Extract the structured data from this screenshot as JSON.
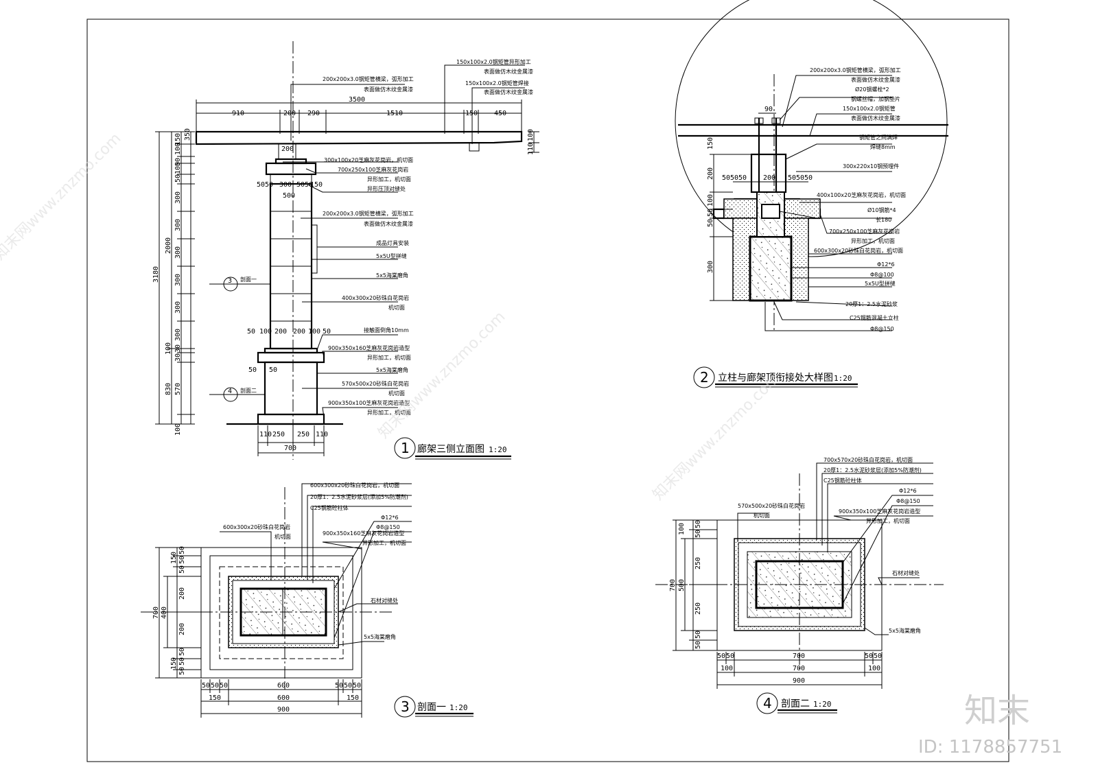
{
  "drawings": {
    "d1": {
      "number": "1",
      "title": "廊架三侧立面图",
      "scale": "1:20"
    },
    "d2": {
      "number": "2",
      "title": "立柱与廊架顶衔接处大样图",
      "scale": "1:20"
    },
    "d3": {
      "number": "3",
      "title": "剖面一",
      "scale": "1:20"
    },
    "d4": {
      "number": "4",
      "title": "剖面二",
      "scale": "1:20"
    }
  },
  "elevation": {
    "top_dims": [
      "910",
      "200",
      "290",
      "1510",
      "150",
      "450"
    ],
    "overall_top": "3500",
    "left_dims": [
      "350",
      "150",
      "100",
      "50",
      "100",
      "50",
      "300",
      "300",
      "300",
      "300",
      "300",
      "300",
      "100",
      "30",
      "30",
      "570",
      "100"
    ],
    "left_totals": [
      "3180",
      "2000",
      "830"
    ],
    "right_dims": [
      "100",
      "110"
    ],
    "inner_dims": [
      "200",
      "50",
      "50",
      "300",
      "50",
      "50",
      "150",
      "500",
      "50",
      "100",
      "200",
      "200",
      "100",
      "50",
      "50",
      "50"
    ],
    "bottom_dims": [
      "110",
      "250",
      "250",
      "110",
      "700"
    ],
    "section_marks": [
      {
        "n": "3",
        "label": "剖面一"
      },
      {
        "n": "4",
        "label": "剖面二"
      }
    ],
    "notes_top": [
      "150x100x2.0钢矩管异形加工",
      "表面做仿木纹金属漆",
      "150x100x2.0钢矩管焊接",
      "表面做仿木纹金属漆",
      "200x200x3.0钢矩管横梁，弧形加工",
      "表面做仿木纹金属漆"
    ],
    "notes": [
      "300x100x20芝麻灰花岗岩，机切面",
      "700x250x100芝麻灰花岗岩",
      "异形加工，机切面",
      "异形压顶对缝处",
      "200x200x3.0钢矩管横梁，弧形加工",
      "表面做仿木纹金属漆",
      "成品灯具安装",
      "5x5U型拼缝",
      "5x5海棠磨角",
      "400x300x20砂珠白花岗岩",
      "机切面",
      "接触面倒角10mm",
      "900x350x160芝麻灰花岗岩造型",
      "异形加工，机切面",
      "5x5海棠磨角",
      "570x500x20砂珠白花岗岩",
      "机切面",
      "900x350x100芝麻灰花岗岩造型",
      "异形加工，机切面"
    ]
  },
  "detail": {
    "top_dim": "90",
    "mid_dims": [
      "50",
      "50",
      "50",
      "200",
      "50",
      "50",
      "50"
    ],
    "left_dims": [
      "150",
      "200",
      "100",
      "50",
      "50",
      "300"
    ],
    "notes": [
      "200x200x3.0钢矩管横梁，弧形加工",
      "表面做仿木纹金属漆",
      "Ø20钢螺栓*2",
      "钢螺丝帽，加钢垫片",
      "150x100x2.0钢矩管",
      "表面做仿木纹金属漆",
      "钢矩管之间满焊",
      "焊缝8mm",
      "300x220x10钢预埋件",
      "400x100x20芝麻灰花岗岩，机切面",
      "Ø10钢筋*4",
      "长180",
      "700x250x100芝麻灰花岗岩",
      "异形加工，机切面",
      "600x300x20砂珠白花岗岩，机切面",
      "Φ12*6",
      "Φ8@100",
      "5x5U型拼缝",
      "20厚1：2.5水泥砂浆",
      "C25钢筋混凝土立柱",
      "Φ8@150"
    ]
  },
  "section1": {
    "notes": [
      "600x300x20砂珠白花岗岩，机切面",
      "20厚1：2.5水泥砂浆层(添加5%防潮剂)",
      "C25钢筋砼柱体",
      "Φ12*6",
      "Φ8@150",
      "900x350x160芝麻灰花岗岩造型",
      "异形加工，机切面",
      "600x300x20砂珠白花岗岩",
      "机切面",
      "石材对缝处",
      "5x5海棠磨角"
    ],
    "left_dims": [
      "150",
      "50",
      "50",
      "50",
      "200",
      "200",
      "150",
      "50",
      "50",
      "50"
    ],
    "left_totals": [
      "700",
      "400"
    ],
    "bottom_row1": [
      "50",
      "50",
      "50",
      "600",
      "50",
      "50",
      "50"
    ],
    "bottom_row2": [
      "150",
      "600",
      "150"
    ],
    "bottom_total": "900"
  },
  "section2": {
    "notes": [
      "700x570x20砂珠白花岗岩，机切面",
      "20厚1：2.5水泥砂浆层(添加5%防潮剂)",
      "C25钢筋砼柱体",
      "Φ12*6",
      "Φ8@150",
      "900x350x100芝麻灰花岗岩造型",
      "异形加工，机切面",
      "570x500x20砂珠白花岗岩",
      "机切面",
      "石材对缝处",
      "5x5海棠磨角"
    ],
    "left_dims": [
      "100",
      "50",
      "50",
      "250",
      "250",
      "50",
      "50"
    ],
    "left_totals": [
      "700",
      "500"
    ],
    "bottom_row1": [
      "50",
      "50",
      "700",
      "50",
      "50"
    ],
    "bottom_row2": [
      "100",
      "700",
      "100"
    ],
    "bottom_total": "900"
  },
  "watermark": {
    "text": "知末网www.znzmo.com",
    "logo": "知末",
    "id": "ID: 1178857751"
  }
}
